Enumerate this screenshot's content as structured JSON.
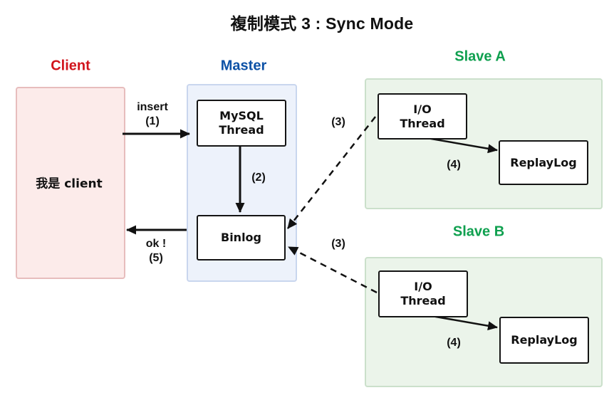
{
  "title": "複制模式 3 : Sync Mode",
  "colors": {
    "client_label": "#d1141c",
    "master_label": "#0c51a6",
    "slave_label": "#0fa04f",
    "client_fill": "#fcebea",
    "client_border": "#e7bdbd",
    "master_fill": "#edf2fb",
    "master_border": "#c9d6ee",
    "slave_fill": "#ebf4ea",
    "slave_border": "#cbe0cb",
    "node_border": "#141414",
    "arrow": "#111111"
  },
  "groups": {
    "client": {
      "label": "Client",
      "node": "我是 client"
    },
    "master": {
      "label": "Master",
      "mysql_thread": "MySQL\nThread",
      "binlog": "Binlog"
    },
    "slave_a": {
      "label": "Slave A",
      "io_thread": "I/O\nThread",
      "replay_log": "ReplayLog"
    },
    "slave_b": {
      "label": "Slave B",
      "io_thread": "I/O\nThread",
      "replay_log": "ReplayLog"
    }
  },
  "edges": {
    "insert": "insert\n(1)",
    "step2": "(2)",
    "step3_a": "(3)",
    "step3_b": "(3)",
    "step4_a": "(4)",
    "step4_b": "(4)",
    "ok": "ok !\n(5)"
  }
}
